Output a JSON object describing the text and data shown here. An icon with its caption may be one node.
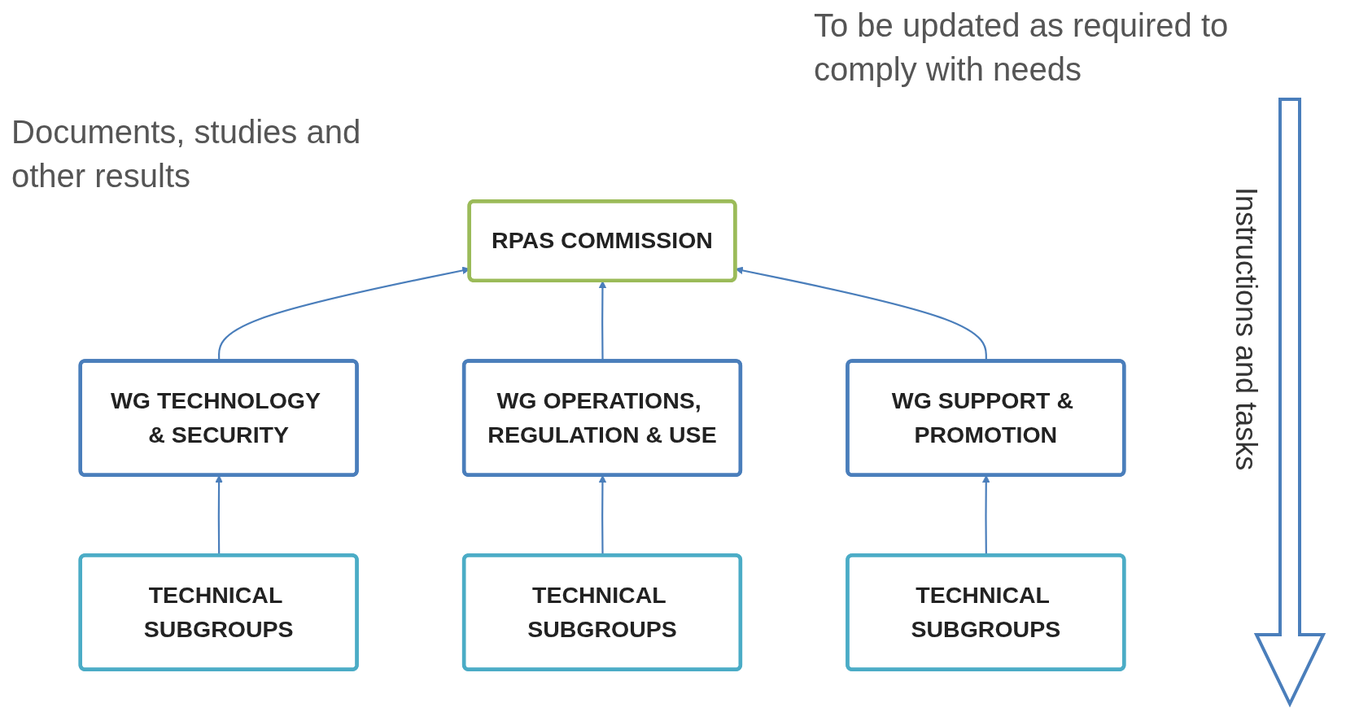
{
  "diagram": {
    "nodes": [
      {
        "text": [
          "RPAS COMMISSION"
        ]
      },
      {
        "text": [
          "WG TECHNOLOGY & SECURITY"
        ]
      },
      {
        "text": [
          "WG OPERATIONS, REGULATION & USE"
        ]
      },
      {
        "text": [
          "WG SUPPORT & PROMOTION"
        ]
      },
      {
        "text": [
          "TECHNICAL SUBGROUPS"
        ]
      },
      {
        "text": [
          "TECHNICAL SUBGROUPS"
        ]
      },
      {
        "text": [
          "TECHNICAL SUBGROUPS"
        ]
      }
    ],
    "edges": [
      {
        "from": 1,
        "to": 0,
        "arrow": "to"
      },
      {
        "from": 2,
        "to": 0,
        "arrow": "to"
      },
      {
        "from": 3,
        "to": 0,
        "arrow": "to"
      },
      {
        "from": 4,
        "to": 1,
        "arrow": "to"
      },
      {
        "from": 5,
        "to": 2,
        "arrow": "to"
      },
      {
        "from": 6,
        "to": 3,
        "arrow": "to"
      }
    ],
    "labels": [
      "To be updated as required to comply with needs",
      "Documents, studies and other results",
      "Instructions and tasks"
    ]
  }
}
